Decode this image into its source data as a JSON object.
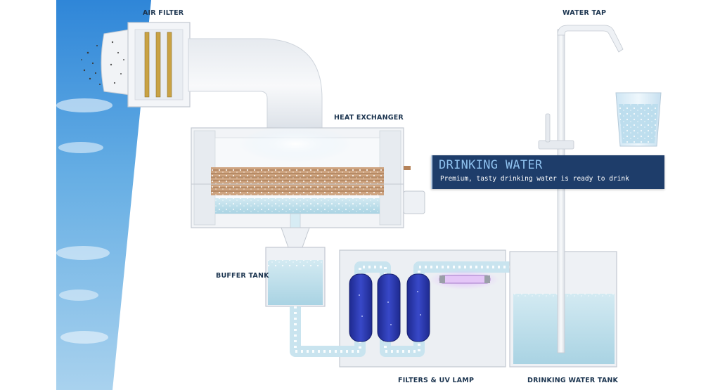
{
  "labels": {
    "air_filter": "AIR FILTER",
    "water_tap": "WATER TAP",
    "heat_exchanger": "HEAT EXCHANGER",
    "buffer_tank": "BUFFER TANK",
    "filters_uv": "FILTERS & UV LAMP",
    "drinking_tank": "DRINKING WATER TANK"
  },
  "info": {
    "title": "DRINKING WATER",
    "subtitle": "Premium, tasty drinking water is ready to drink"
  },
  "colors": {
    "sky": "#3a8fdc",
    "water": "#bfe0ec",
    "pipe": "#eef1f5",
    "info_bg": "#1e3d6a",
    "info_title": "#8fc2ef",
    "filter_cartridge": "#2f3fb8",
    "uv_glow": "#c890f0",
    "copper": "#b5835a"
  }
}
